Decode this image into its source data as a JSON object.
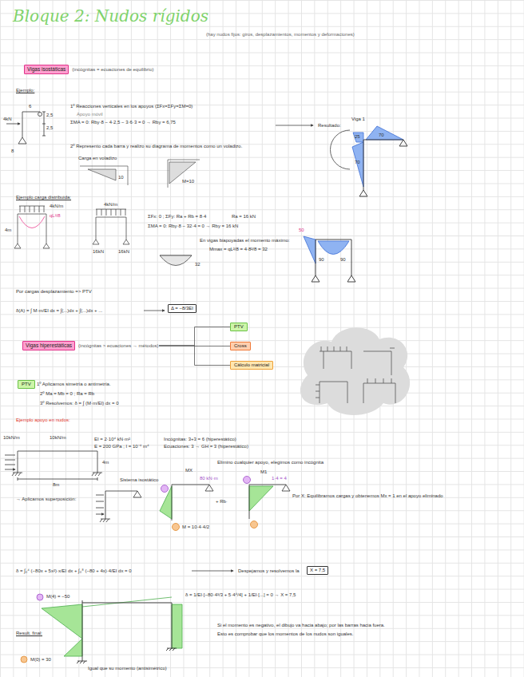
{
  "diagram": {
    "title": "Bloque 2: Nudos rígidos",
    "nodes": [
      {
        "text": [
          "Vigas isostáticas",
          "(incógnitas = ecuaciones de equilibrio)"
        ]
      },
      {
        "text": [
          "Δ = −8/3EI"
        ]
      },
      {
        "text": [
          "Vigas hiperestáticas",
          "(incógnitas > ecuaciones → métodos)"
        ]
      },
      {
        "text": [
          "PTV"
        ]
      },
      {
        "text": [
          "Cross"
        ]
      },
      {
        "text": [
          "Cálculo matricial"
        ]
      },
      {
        "text": [
          "PTV"
        ]
      },
      {
        "text": [
          "X = 7,5"
        ]
      }
    ],
    "edges": [
      {
        "from": 2,
        "to": 3,
        "arrow": "none"
      },
      {
        "from": 2,
        "to": 4,
        "arrow": "none"
      },
      {
        "from": 2,
        "to": 5,
        "arrow": "none"
      }
    ],
    "labels": [
      "(hay nudos fijos: giros, desplazamientos, momentos y deformaciones)",
      "Ejemplo:",
      "1º Reacciones verticales en los apoyos (ΣFx=ΣFy=ΣM=0)",
      "Apoyo móvil",
      "ΣMA = 0: Rby·8 − 4·2,5 − 3·6·3 = 0 → Rby = 6,75",
      "4kN",
      "6",
      "2,5",
      "2,5",
      "8",
      "Resultado:",
      "Viga 1",
      "25",
      "70",
      "70",
      "2º Represento cada barra y realizo su diagrama de momentos como un voladizo.",
      "Carga en voladizo",
      "10",
      "M=10",
      "Ejemplo carga distribuida:",
      "4kN/m",
      "qL²/8",
      "4m",
      "4kN/m",
      "ΣFx: 0 ; ΣFy: Ra + Rb = 8·4",
      "Ra = 16 kN",
      "ΣMA = 0: Rby·8 − 32·4 = 0 → Rby = 16 kN",
      "50",
      "90",
      "90",
      "En vigas biapoyadas el momento máximo:",
      "Mmax = qL²/8 = 4·8²/8 = 32",
      "16kN",
      "16kN",
      "32",
      "Por cargas desplazamiento => PTV",
      "δ(A) = ∫ M·m/EI dx = ∫(...)dx + ∫(...)dx + ...",
      "1º Aplicamos simetría o antimetría.",
      "2º Ma = Mb = 0 ; Ra = Rb",
      "3º Resolvemos: δ = ∫ (M·m/EI) dx = 0",
      "Ejemplo apoyo en nudos:",
      "10kN/m",
      "10kN/m",
      "EI = 2·10⁴ kN·m²",
      "E = 200 GPa ; I = 10⁻⁴ m⁴",
      "Incógnitas: 3+3 = 6 (hiperestático)",
      "Ecuaciones: 3 → GH = 3 (hiperestático)",
      "Elimino cualquier apoyo, elegimos como incógnita",
      "4m",
      "Sistema isostático",
      "MX",
      "80 kN·m",
      "M1",
      "1·4 = 4",
      "8m",
      "→ Aplicamos superposición:",
      "+ Rb·",
      "Por X: Equilibramos cargas y obtenemos Mx = 1 en el apoyo eliminado",
      "M = 10·4·4/2",
      "δ = ∫₀⁴ (−80x + 5x²)·x/EI dx + ∫₀⁸ (−80 + 4x)·4/EI dx = 0",
      "Despejamos y resolvemos la",
      "δ = 1/EI·[−80·4³/3 + 5·4⁴/4] + 1/EI·[...] = 0 → X = 7,5",
      "M(4) = −50",
      "Result. final:",
      "Si el momento es negativo, el dibujo va hacia abajo; por las barras hacia fuera.",
      "Esto es comprobar que los momentos de los nudos son iguales.",
      "M(0) = 30",
      "Igual que su momento (antisimétrico)"
    ]
  }
}
